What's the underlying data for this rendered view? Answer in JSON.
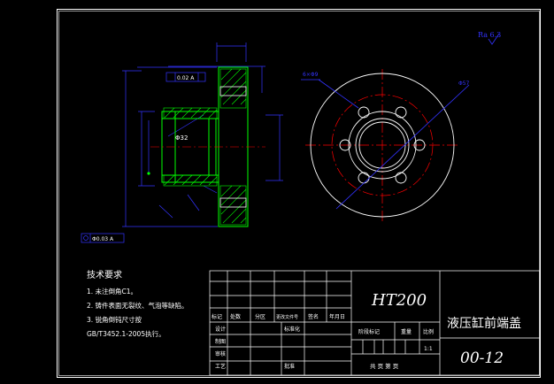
{
  "drawing": {
    "material": "HT200",
    "part_name": "液压缸前端盖",
    "drawing_number": "00-12",
    "scale": "1:1",
    "sheet": "共  页 第  页"
  },
  "tech_requirements": {
    "title": "技术要求",
    "items": [
      "1. 未注倒角C1。",
      "2. 铸件表面无裂纹、气泡等缺陷。",
      "3. 锐角倒钝尺寸按",
      "GB/T3452.1-2005执行。"
    ]
  },
  "title_block": {
    "row_labels": [
      "标记",
      "处数",
      "分区",
      "更改文件号",
      "签名",
      "年月日"
    ],
    "designer": "设计",
    "standardization": "标准化",
    "drafter": "制图",
    "checker": "审核",
    "process": "工艺",
    "approver": "批准",
    "stage_mark": "阶段标记",
    "weight": "重量",
    "scale_label": "比例"
  },
  "annotations": {
    "surface_roughness": "Ra 6.3",
    "geometric_tolerance": "0.02 A",
    "concentricity": "Φ0.03 A",
    "bore_diameter": "Φ32",
    "pcd_label": "Φ57",
    "holes_label": "6×Φ9"
  },
  "colors": {
    "background": "#000000",
    "frame": "#ffffff",
    "dimension": "#0000ff",
    "section_outline": "#00ff00",
    "hatch": "#00ff00",
    "center_line": "#ff0000",
    "holes": "#ffffff"
  }
}
